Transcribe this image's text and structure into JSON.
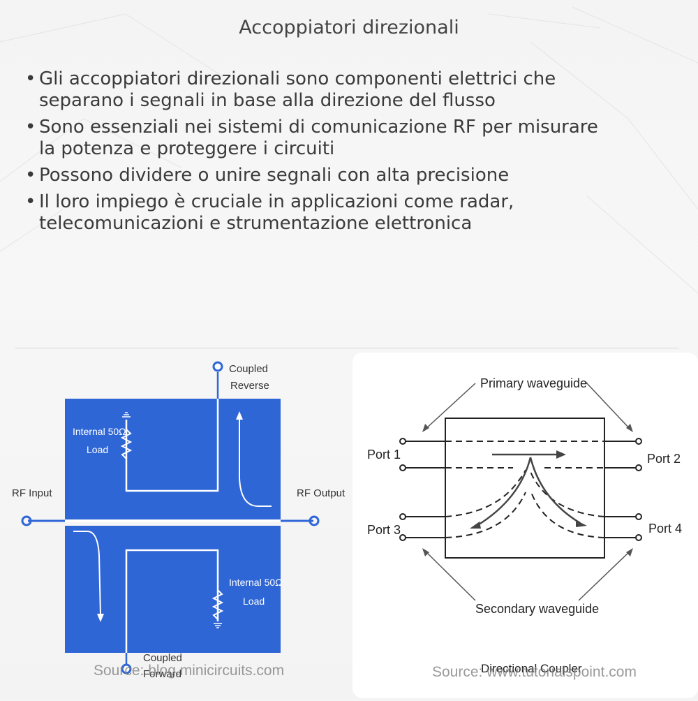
{
  "title": "Accoppiatori direzionali",
  "bullets": [
    {
      "marker": "•",
      "line1": "Gli accoppiatori direzionali sono componenti elettrici che",
      "line2": "separano i segnali in base alla direzione del flusso"
    },
    {
      "marker": "•",
      "line1": "Sono essenziali nei sistemi di comunicazione RF per misurare",
      "line2": "la potenza e proteggere i circuiti"
    },
    {
      "marker": "•",
      "line1": "Possono dividere o unire segnali con alta precisione",
      "line2": ""
    },
    {
      "marker": "•",
      "line1": "Il loro impiego è cruciale in applicazioni come radar,",
      "line2": "telecomunicazioni e strumentazione elettronica"
    }
  ],
  "left_figure": {
    "coupled_reverse_1": "Coupled",
    "coupled_reverse_2": "Reverse",
    "internal_load_top_1": "Internal 50Ω",
    "internal_load_top_2": "Load",
    "rf_input": "RF Input",
    "rf_output": "RF Output",
    "internal_load_bottom_1": "Internal 50Ω",
    "internal_load_bottom_2": "Load",
    "coupled_forward_1": "Coupled",
    "coupled_forward_2": "Forward",
    "source": "Source: blog.minicircuits.com",
    "fill_color": "#2f66d6"
  },
  "right_figure": {
    "primary_waveguide": "Primary waveguide",
    "secondary_waveguide": "Secondary waveguide",
    "port1": "Port 1",
    "port2": "Port 2",
    "port3": "Port 3",
    "port4": "Port 4",
    "caption": "Directional Coupler",
    "source": "Source: www.tutorialspoint.com"
  }
}
